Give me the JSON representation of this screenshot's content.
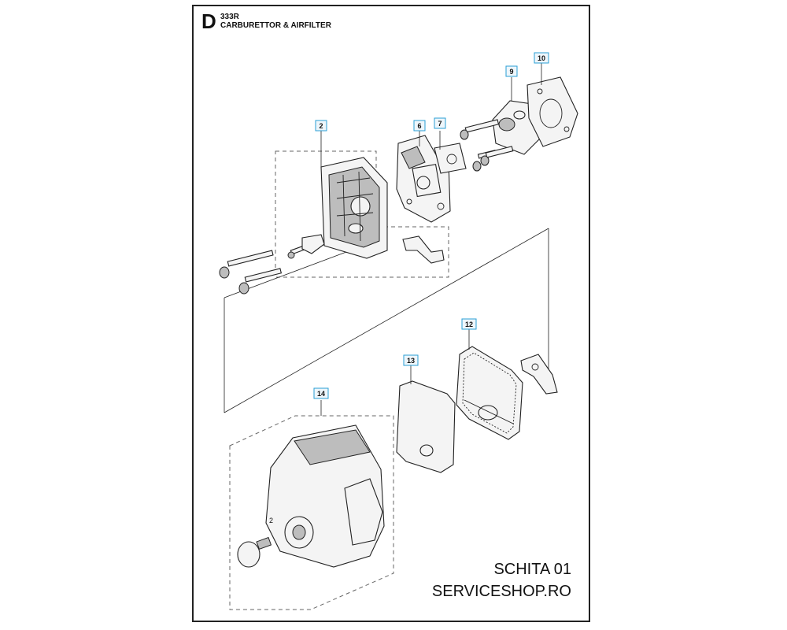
{
  "header": {
    "section_letter": "D",
    "model": "333R",
    "title": "CARBURETTOR & AIRFILTER"
  },
  "callouts": [
    {
      "label": "2"
    },
    {
      "label": "6"
    },
    {
      "label": "7"
    },
    {
      "label": "9"
    },
    {
      "label": "10"
    },
    {
      "label": "12"
    },
    {
      "label": "13"
    },
    {
      "label": "14"
    }
  ],
  "footer": {
    "line1": "SCHITA 01",
    "line2": "SERVICESHOP.RO"
  },
  "colors": {
    "callout_border": "#2a9fd6",
    "frame": "#222222"
  }
}
